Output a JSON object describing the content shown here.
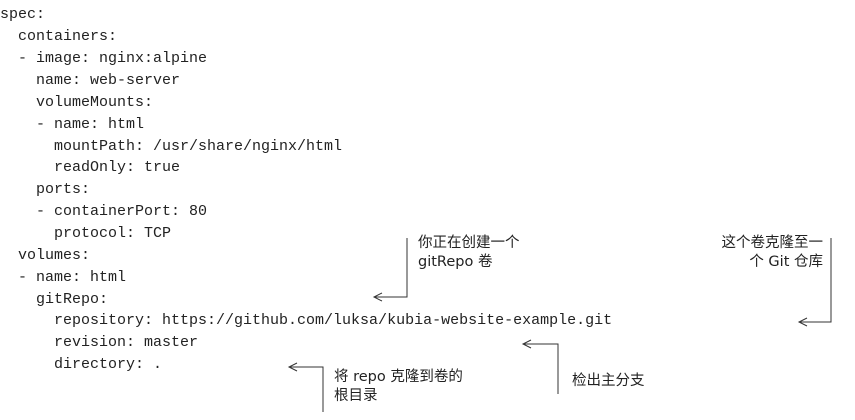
{
  "code_lines": [
    "spec:",
    "  containers:",
    "  - image: nginx:alpine",
    "    name: web-server",
    "    volumeMounts:",
    "    - name: html",
    "      mountPath: /usr/share/nginx/html",
    "      readOnly: true",
    "    ports:",
    "    - containerPort: 80",
    "      protocol: TCP",
    "  volumes:",
    "  - name: html",
    "    gitRepo:",
    "      repository: https://github.com/luksa/kubia-website-example.git",
    "      revision: master",
    "      directory: ."
  ],
  "annotations": {
    "gitrepo_volume": [
      "你正在创建一个",
      "gitRepo 卷"
    ],
    "clone_repo": [
      "这个卷克隆至一",
      "个 Git 仓库"
    ],
    "checkout_master": [
      "检出主分支"
    ],
    "clone_root": [
      "将 repo 克隆到卷的",
      "根目录"
    ]
  }
}
